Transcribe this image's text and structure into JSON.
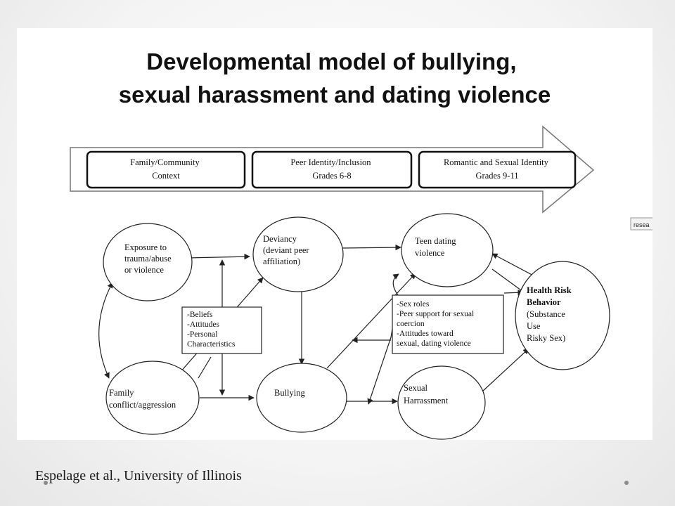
{
  "slide": {
    "title_lines": [
      "Developmental model of bullying,",
      "sexual harassment and dating violence"
    ],
    "citation": "Espelage et al., University of Illinois",
    "tag_label": "resea"
  },
  "stages": [
    {
      "lines": [
        "Family/Community",
        "Context"
      ]
    },
    {
      "lines": [
        "Peer Identity/Inclusion",
        "Grades 6-8"
      ]
    },
    {
      "lines": [
        "Romantic and Sexual Identity",
        "Grades 9-11"
      ]
    }
  ],
  "nodes": {
    "exposure": {
      "lines": [
        "Exposure to",
        "trauma/abuse",
        "or violence"
      ]
    },
    "deviancy": {
      "lines": [
        "Deviancy",
        "(deviant peer",
        "affiliation)"
      ]
    },
    "teen_dating": {
      "lines": [
        "Teen dating",
        "violence"
      ]
    },
    "health_risk": {
      "lines": [
        "Health Risk",
        "Behavior",
        "(Substance",
        "Use",
        "Risky Sex)"
      ]
    },
    "family_conflict": {
      "lines": [
        "Family",
        "conflict/aggression"
      ]
    },
    "bullying": {
      "lines": [
        "Bullying"
      ]
    },
    "sexual_harassment": {
      "lines": [
        "Sexual",
        "Harrassment"
      ]
    }
  },
  "boxes": {
    "beliefs": {
      "lines": [
        "-Beliefs",
        "-Attitudes",
        "-Personal",
        "Characteristics"
      ]
    },
    "sex_roles": {
      "lines": [
        "-Sex roles",
        "-Peer support for sexual",
        "coercion",
        "-Attitudes toward",
        "sexual, dating violence"
      ]
    }
  },
  "colors": {
    "line": "#222222",
    "arrow_fill": "#ffffff",
    "arrow_stroke": "#777777"
  }
}
